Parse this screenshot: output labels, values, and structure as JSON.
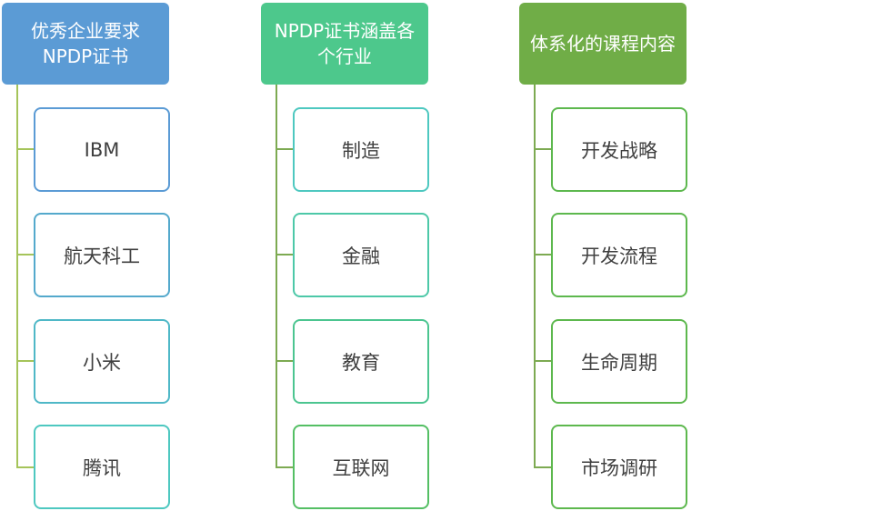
{
  "columns": [
    {
      "title": "优秀企业要求NPDP证书",
      "header_color": "#5B9BD5",
      "line_color": "#A5C45A",
      "items": [
        "IBM",
        "航天科工",
        "小米",
        "腾讯"
      ],
      "item_border_colors": [
        "#5B9BD5",
        "#54A9CC",
        "#4FB8C7",
        "#4EC8C0"
      ]
    },
    {
      "title": "NPDP证书涵盖各个行业",
      "header_color": "#4DC88C",
      "line_color": "#7DAA52",
      "items": [
        "制造",
        "金融",
        "教育",
        "互联网"
      ],
      "item_border_colors": [
        "#4EC8C0",
        "#4DC8A8",
        "#4CC590",
        "#54BF64"
      ]
    },
    {
      "title": "体系化的课程内容",
      "header_color": "#70AD47",
      "line_color": "#7DAA52",
      "items": [
        "开发战略",
        "开发流程",
        "生命周期",
        "市场调研"
      ],
      "item_border_colors": [
        "#5DB84E",
        "#5DB84E",
        "#5DB84E",
        "#5DB84E"
      ]
    }
  ]
}
